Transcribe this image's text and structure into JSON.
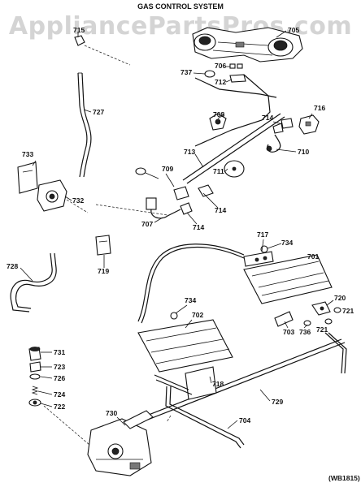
{
  "watermark": "AppliancePartsPros.com",
  "title": "GAS CONTROL SYSTEM",
  "diagram_code": "(WB1815)",
  "labels": {
    "p705": "705",
    "p715": "715",
    "p737": "737",
    "p706": "706",
    "p712": "712",
    "p727": "727",
    "p716": "716",
    "p708": "708",
    "p714a": "714",
    "p710": "710",
    "p733": "733",
    "p713": "713",
    "p709": "709",
    "p711": "711",
    "p732": "732",
    "p714b": "714",
    "p707": "707",
    "p714c": "714",
    "p717": "717",
    "p734a": "734",
    "p701": "701",
    "p728": "728",
    "p719": "719",
    "p734b": "734",
    "p720": "720",
    "p721a": "721",
    "p702": "702",
    "p703": "703",
    "p736": "736",
    "p721b": "721",
    "p731": "731",
    "p723": "723",
    "p726": "726",
    "p718": "718",
    "p724": "724",
    "p722": "722",
    "p729": "729",
    "p730": "730",
    "p704": "704"
  }
}
